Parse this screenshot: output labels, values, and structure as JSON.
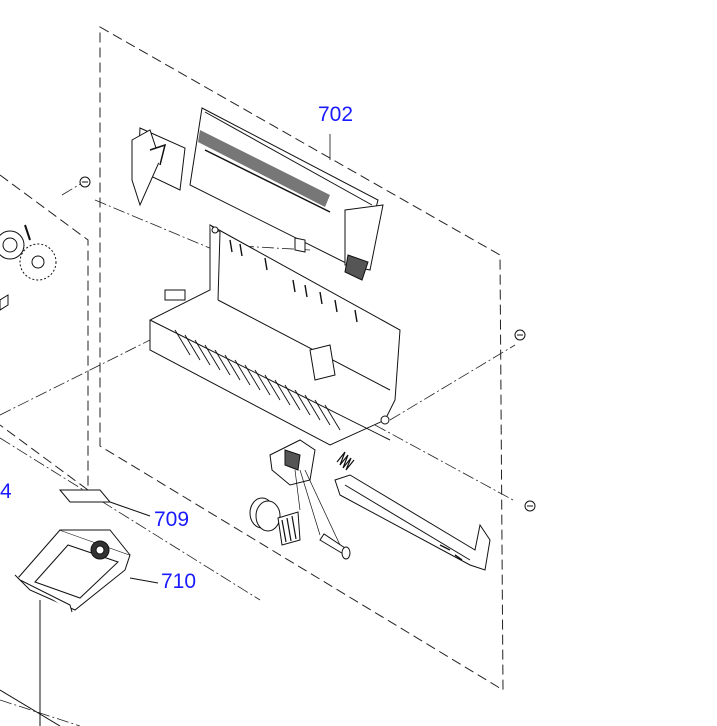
{
  "callouts": {
    "c702": "702",
    "c709": "709",
    "c710": "710",
    "c_partial": "4"
  },
  "colors": {
    "label": "#1a1aff",
    "line": "#111111",
    "dash": "#222222"
  },
  "icons": [
    "screw-icon",
    "spring-icon",
    "roller-icon",
    "gear-icon"
  ]
}
